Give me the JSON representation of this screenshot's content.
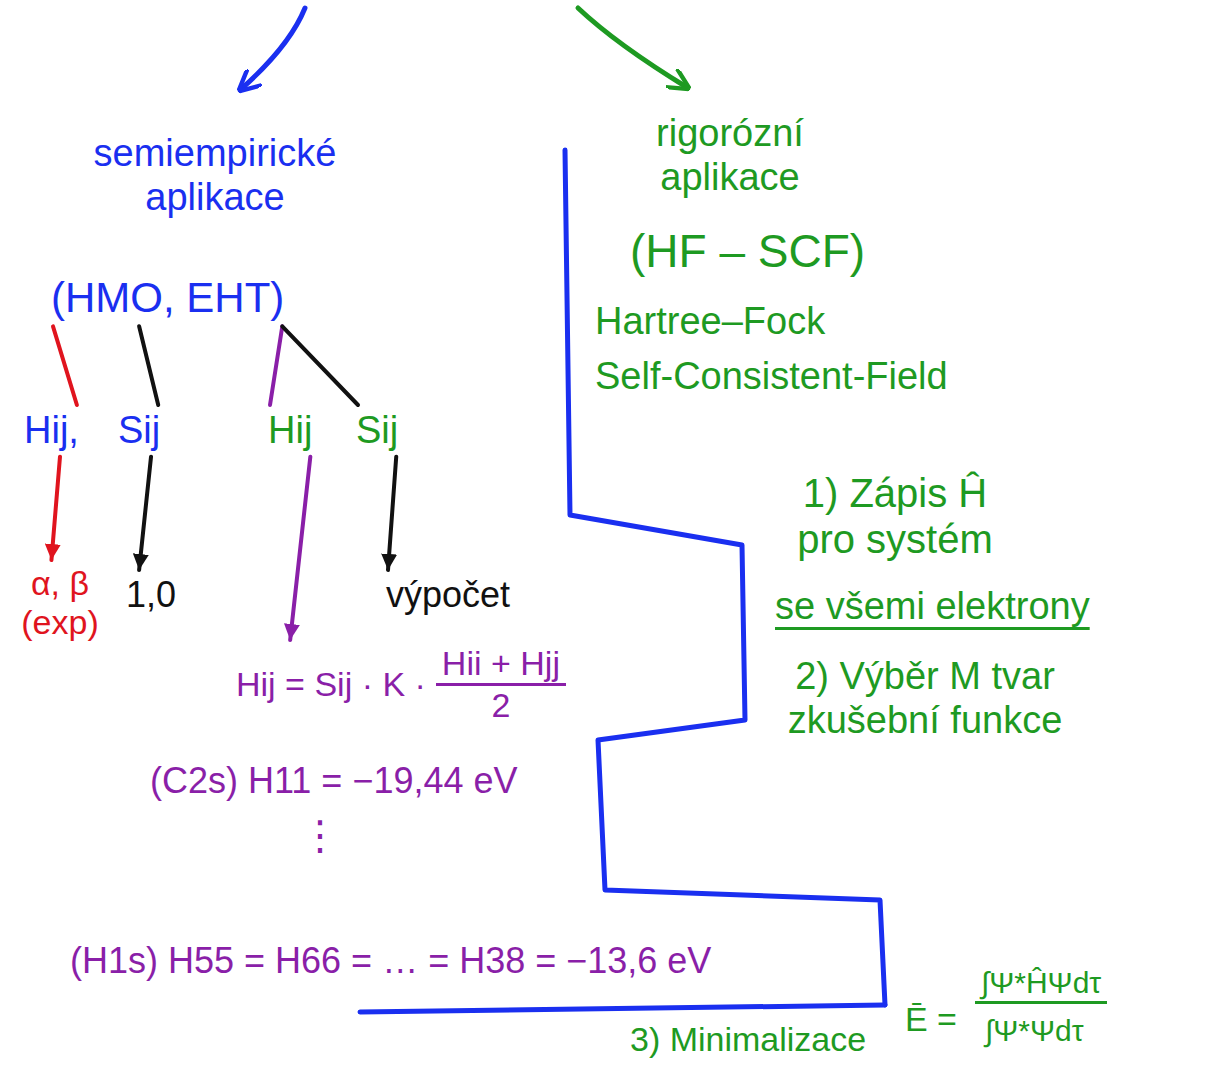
{
  "diagram": {
    "nodes": [
      {
        "text": [
          "semiempirické aplikace"
        ]
      },
      {
        "text": [
          "(HMO, EHT)"
        ]
      },
      {
        "text": [
          "Hij,"
        ]
      },
      {
        "text": [
          "Sij"
        ]
      },
      {
        "text": [
          "Hij"
        ]
      },
      {
        "text": [
          "Sij"
        ]
      },
      {
        "text": [
          "α, β (exp)"
        ]
      },
      {
        "text": [
          "1,0"
        ]
      },
      {
        "text": [
          "výpočet"
        ]
      },
      {
        "text": [
          "Hij = Sij · K ·",
          "Hii + Hjj",
          "2"
        ]
      }
    ],
    "edges": [
      {
        "from": 1,
        "to": 2,
        "arrow": "none"
      },
      {
        "from": 1,
        "to": 3,
        "arrow": "none"
      },
      {
        "from": 1,
        "to": 4,
        "arrow": "none"
      },
      {
        "from": 1,
        "to": 5,
        "arrow": "none"
      },
      {
        "from": 2,
        "to": 6,
        "arrow": "to"
      },
      {
        "from": 3,
        "to": 7,
        "arrow": "to"
      },
      {
        "from": 4,
        "to": 9,
        "arrow": "to"
      },
      {
        "from": 5,
        "to": 8,
        "arrow": "to"
      }
    ],
    "labels": [
      "rigorózní aplikace",
      "(HF – SCF)",
      "Hartree–Fock",
      "Self-Consistent-Field",
      "1) Zápis Ĥ pro systém",
      "se všemi elektrony",
      "2) Výběr M tvar zkušební funkce",
      "3) Minimalizace",
      "Ē =",
      "∫Ψ*ĤΨdτ",
      "∫Ψ*Ψdτ",
      "(C2s) H11 = −19,44 eV",
      "⋮",
      "(H1s) H55 = H66 = … = H38 = −13,6 eV"
    ]
  }
}
